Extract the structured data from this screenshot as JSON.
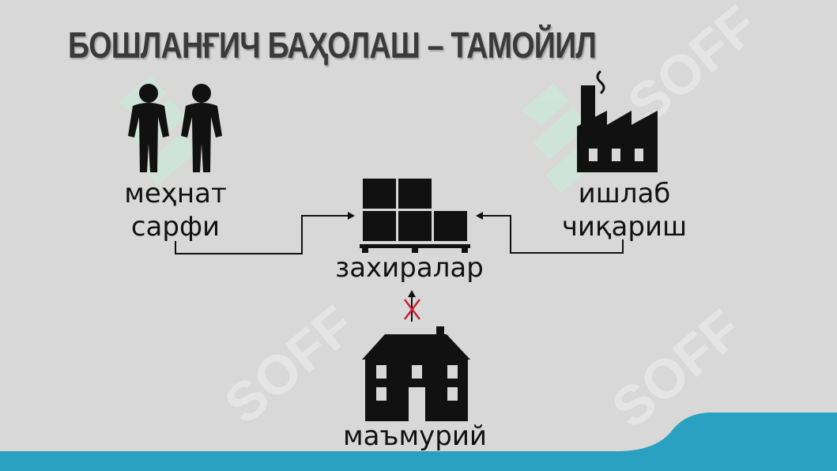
{
  "title": "БОШЛАНҒИЧ БАҲОЛАШ – ТАМОЙИЛ",
  "nodes": {
    "labor": {
      "line1": "меҳнат",
      "line2": "сарфи",
      "icon": "two-people-icon"
    },
    "production": {
      "line1": "ишлаб",
      "line2": "чиқариш",
      "icon": "factory-icon"
    },
    "stock": {
      "label": "захиралар",
      "icon": "pallet-boxes-icon"
    },
    "admin": {
      "label": "маъмурий",
      "icon": "house-icon"
    }
  },
  "edges": [
    {
      "from": "labor",
      "to": "stock",
      "style": "arrow"
    },
    {
      "from": "production",
      "to": "stock",
      "style": "arrow"
    },
    {
      "from": "admin",
      "to": "stock",
      "style": "blocked-arrow"
    }
  ],
  "colors": {
    "background": "#d8d8d8",
    "ink": "#111111",
    "title": "#3a3a3a",
    "cross": "#cc1f2f",
    "band": "#2aa1c0",
    "watermark": "#c9e6d6"
  },
  "watermark": {
    "icon": "soff-logo-watermark"
  }
}
